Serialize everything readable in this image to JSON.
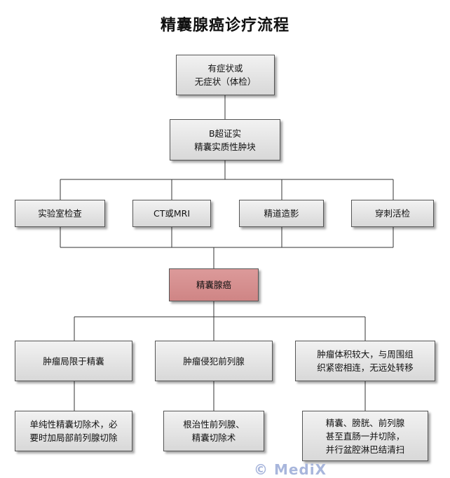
{
  "title": "精囊腺癌诊疗流程",
  "nodes": {
    "symptoms": "有症状或\n无症状（体检）",
    "ultrasound": "B超证实\n精囊实质性肿块",
    "lab": "实验室检查",
    "ct_mri": "CT或MRI",
    "vasography": "精道造影",
    "biopsy": "穿刺活检",
    "diagnosis": "精囊腺癌",
    "limited": "肿瘤局限于精囊",
    "invades_prostate": "肿瘤侵犯前列腺",
    "large_adherent": "肿瘤体积较大，与周围组\n织紧密相连，无远处转移",
    "treat_limited": "单纯性精囊切除术，必\n要时加局部前列腺切除",
    "treat_prostate": "根治性前列腺、\n精囊切除术",
    "treat_extended": "精囊、膀胱、前列腺\n甚至直肠一并切除，\n并行盆腔淋巴结清扫"
  },
  "watermark": "© MediX"
}
